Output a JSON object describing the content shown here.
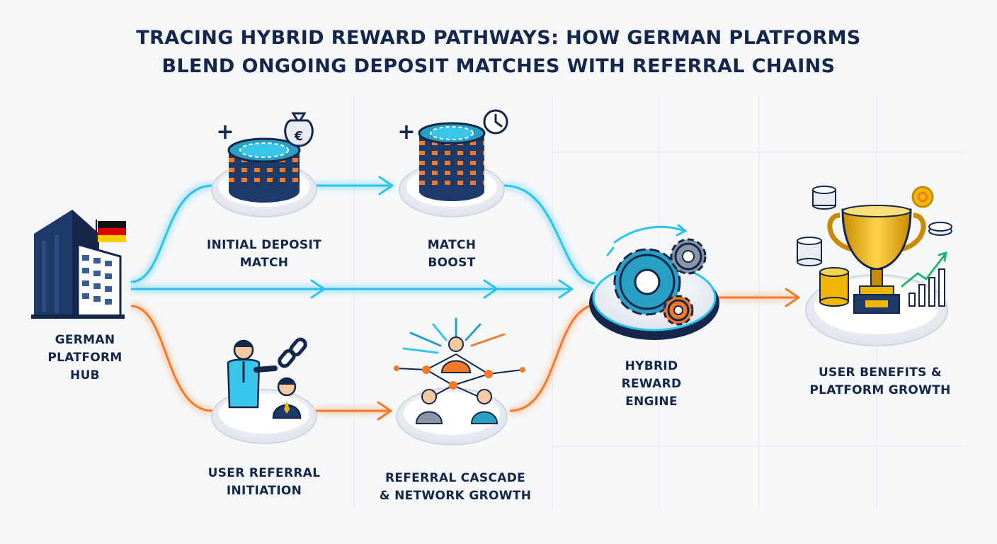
{
  "title": {
    "line1": "TRACING HYBRID REWARD PATHWAYS: HOW GERMAN PLATFORMS",
    "line2": "BLEND ONGOING DEPOSIT MATCHES WITH REFERRAL CHAINS"
  },
  "nodes": {
    "hub": {
      "line1": "GERMAN",
      "line2": "PLATFORM",
      "line3": "HUB",
      "icon": "office-building-icon"
    },
    "initial_deposit": {
      "line1": "INITIAL DEPOSIT",
      "line2": "MATCH",
      "icon": "poker-chip-stack-icon",
      "badge": "+",
      "bag_symbol": "€"
    },
    "match_boost": {
      "line1": "MATCH",
      "line2": "BOOST",
      "icon": "poker-chip-stack-icon",
      "badge": "+"
    },
    "referral_initiation": {
      "line1": "USER REFERRAL",
      "line2": "INITIATION",
      "icon": "referral-people-icon"
    },
    "referral_cascade": {
      "line1": "REFERRAL CASCADE",
      "line2": "& NETWORK GROWTH",
      "icon": "network-icon"
    },
    "engine": {
      "line1": "HYBRID",
      "line2": "REWARD",
      "line3": "ENGINE",
      "icon": "gears-icon"
    },
    "benefits": {
      "line1": "USER BENEFITS &",
      "line2": "PLATFORM GROWTH",
      "icon": "trophy-icon"
    }
  },
  "colors": {
    "navy": "#14264a",
    "deposit_path": "#29c4ea",
    "referral_path": "#f47a28",
    "gold": "#f2b705",
    "flag_black": "#111111",
    "flag_red": "#dd0000",
    "flag_gold": "#ffce00"
  }
}
